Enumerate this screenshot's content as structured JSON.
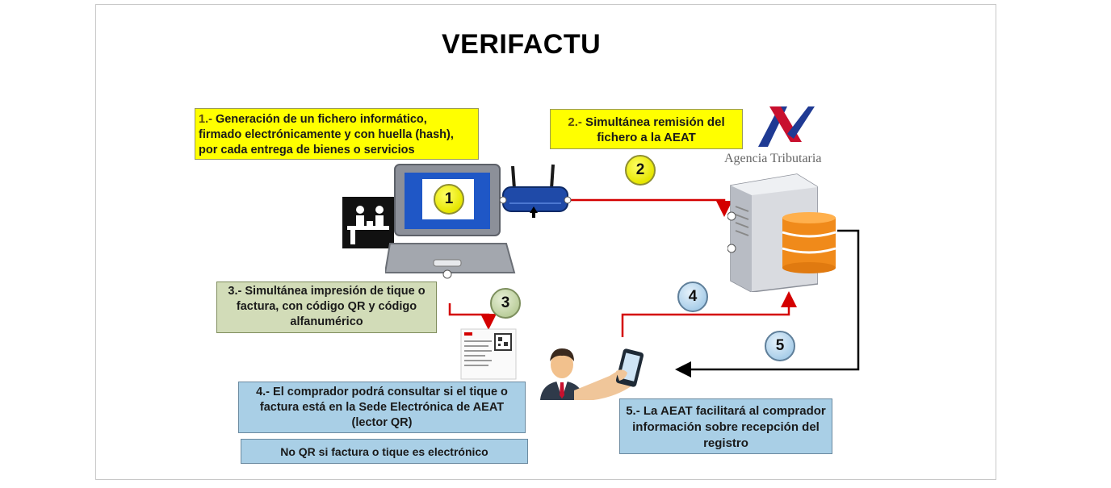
{
  "title": "VERIFACTU",
  "agency": {
    "name": "Agencia Tributaria"
  },
  "steps": {
    "s1": {
      "prefix": "1.-",
      "text": " Generación de un fichero informático, firmado electrónicamente y con huella (hash), por cada entrega de bienes o servicios"
    },
    "s2": {
      "prefix": "2.-",
      "text": " Simultánea remisión del fichero a la AEAT"
    },
    "s3": {
      "text": "3.- Simultánea impresión de tique o factura, con código QR y código alfanumérico"
    },
    "s4": {
      "text": "4.- El comprador podrá consultar si el tique o factura está en la Sede Electrónica de AEAT (lector QR)"
    },
    "s5": {
      "text": "5.- La AEAT facilitará al comprador información sobre recepción del registro"
    },
    "note": {
      "text": "No QR si factura o tique es electrónico"
    }
  },
  "circles": {
    "c1": "1",
    "c2": "2",
    "c3": "3",
    "c4": "4",
    "c5": "5"
  },
  "colors": {
    "yellow": "#ffff00",
    "green": "#d2dcb8",
    "blue": "#a9cfe6",
    "red_arrow": "#d40000",
    "black_arrow": "#000000",
    "agency_red": "#c8102e",
    "agency_blue": "#1f3a93"
  },
  "icons": [
    "laptop-icon",
    "wifi-router-icon",
    "cashier-counter-icon",
    "server-icon",
    "database-icon",
    "receipt-qr-icon",
    "buyer-person-icon",
    "smartphone-hand-icon",
    "agencia-tributaria-logo"
  ]
}
